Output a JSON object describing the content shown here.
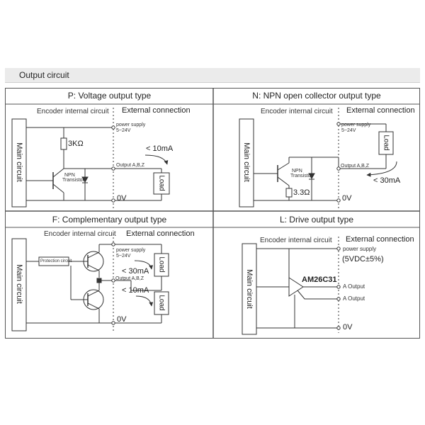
{
  "header": {
    "title": "Output circuit"
  },
  "panels": {
    "p": {
      "title": "P: Voltage output type",
      "encoder": "Encoder internal circuit",
      "external": "External connection",
      "main_circuit": "Main circuit",
      "power_supply": "power supply",
      "voltage_range": "5~24V",
      "resistor": "3KΩ",
      "current": "< 10mA",
      "output": "Output A,B,Z",
      "transistor_line1": "NPN",
      "transistor_line2": "Transistor",
      "load": "Load",
      "ground": "0V"
    },
    "n": {
      "title": "N: NPN open collector output type",
      "encoder": "Encoder internal circuit",
      "external": "External connection",
      "main_circuit": "Main circuit",
      "power_supply": "power supply",
      "voltage_range": "5~24V",
      "load": "Load",
      "output": "Output A,B,Z",
      "transistor_line1": "NPN",
      "transistor_line2": "Transistor",
      "resistor": "3.3Ω",
      "current": "< 30mA",
      "ground": "0V"
    },
    "f": {
      "title": "F: Complementary output type",
      "encoder": "Encoder internal circuit",
      "external": "External connection",
      "main_circuit": "Main circuit",
      "protection": "Protection circuit",
      "power_supply": "power supply",
      "voltage_range": "5~24V",
      "current_top": "< 30mA",
      "output": "Output A,B,Z",
      "current_bottom": "< 10mA",
      "load": "Load",
      "ground": "0V"
    },
    "l": {
      "title": "L: Drive output type",
      "encoder": "Encoder internal circuit",
      "external": "External connection",
      "main_circuit": "Main circuit",
      "power_supply": "power supply",
      "voltage": "(5VDC±5%)",
      "chip": "AM26C31",
      "output_a": "A Output",
      "output_a_bar": "A Output",
      "ground": "0V"
    }
  },
  "colors": {
    "line": "#333333",
    "frame": "#555555",
    "header_bg": "#ebebeb"
  }
}
